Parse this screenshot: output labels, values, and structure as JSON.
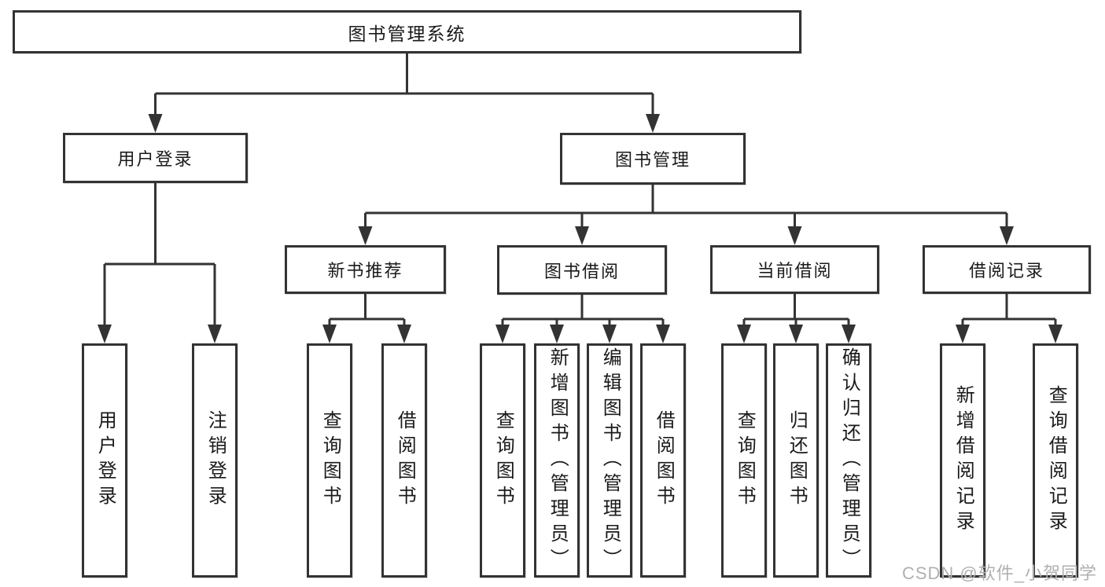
{
  "tree": {
    "label": "图书管理系统",
    "children": [
      {
        "label": "用户登录",
        "children": [
          {
            "label": "用户登录"
          },
          {
            "label": "注销登录"
          }
        ]
      },
      {
        "label": "图书管理",
        "children": [
          {
            "label": "新书推荐",
            "children": [
              {
                "label": "查询图书"
              },
              {
                "label": "借阅图书"
              }
            ]
          },
          {
            "label": "图书借阅",
            "children": [
              {
                "label": "查询图书"
              },
              {
                "label": "新增图书（管理员）"
              },
              {
                "label": "编辑图书（管理员）"
              },
              {
                "label": "借阅图书"
              }
            ]
          },
          {
            "label": "当前借阅",
            "children": [
              {
                "label": "查询图书"
              },
              {
                "label": "归还图书"
              },
              {
                "label": "确认归还（管理员）"
              }
            ]
          },
          {
            "label": "借阅记录",
            "children": [
              {
                "label": "新增借阅记录"
              },
              {
                "label": "查询借阅记录"
              }
            ]
          }
        ]
      }
    ]
  },
  "watermark": {
    "text": "CSDN @软件_小贺同学"
  },
  "colors": {
    "line": "#333333",
    "box_border": "#333333",
    "background": "#ffffff",
    "text": "#1a1a1a",
    "watermark": "#b0b0b0"
  }
}
